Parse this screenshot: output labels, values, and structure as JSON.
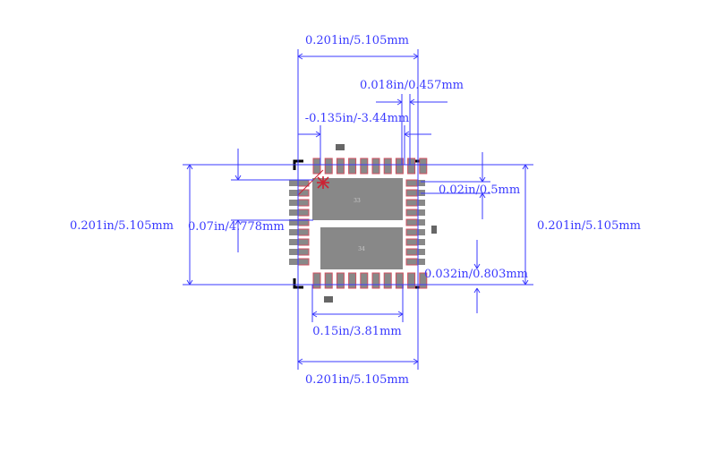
{
  "footprint": {
    "colors": {
      "dimension": "#3a3aff",
      "pad_fill": "#888888",
      "pad_outline": "#d05060",
      "corner_mark": "#000000",
      "pin1_marker": "#cc2233",
      "body_outline": "#3a3aff",
      "background": "#ffffff"
    },
    "dimensions": {
      "top_width": "0.201in/5.105mm",
      "bottom_width": "0.201in/5.105mm",
      "pad_width": "0.018in/0.457mm",
      "pad_offset": "-0.135in/-3.44mm",
      "pitch": "0.02in/0.5mm",
      "left_height": "0.201in/5.105mm",
      "right_height": "0.201in/5.105mm",
      "pad_length": "0.07in/4.778mm",
      "pad_extension": "0.032in/0.803mm",
      "center_span": "0.15in/3.81mm"
    },
    "thermal_pads": [
      {
        "label": "33"
      },
      {
        "label": "34"
      }
    ],
    "pins": {
      "top_count": 10,
      "bottom_count": 10,
      "left_count": 9,
      "right_count": 9
    }
  }
}
